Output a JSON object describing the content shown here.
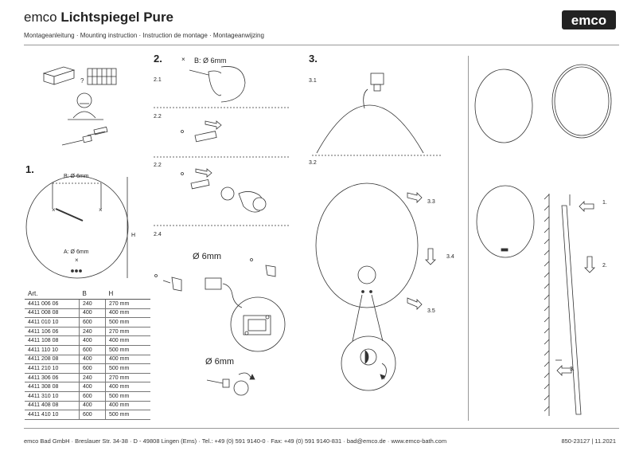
{
  "header": {
    "brand": "emco",
    "product": "Lichtspiegel Pure",
    "subtitle": "Montageanleitung · Mounting instruction · Instruction de montage · Montageanwijzing",
    "logo_text": "emco"
  },
  "steps": {
    "s1": "1.",
    "s2": "2.",
    "s3": "3."
  },
  "step1": {
    "b_label": "B: Ø 6mm",
    "a_label": "A: Ø 6mm",
    "h_label": "H"
  },
  "step2": {
    "cross": "×",
    "drill_label": "B: Ø 6mm",
    "sub1": "2.1",
    "sub2": "2.2",
    "sub3": "2.2",
    "sub4": "2.4",
    "diam1": "Ø 6mm",
    "diam2": "Ø 6mm"
  },
  "step3": {
    "sub1": "3.1",
    "sub2": "3.2",
    "sub3": "3.3",
    "sub4": "3.4",
    "sub5": "3.5"
  },
  "side": {
    "n1": "1.",
    "n2": "2.",
    "n3": "3."
  },
  "table": {
    "headers": [
      "Art.",
      "B",
      "H"
    ],
    "rows": [
      [
        "4411 006 06",
        "240",
        "270 mm"
      ],
      [
        "4411 008 08",
        "400",
        "400 mm"
      ],
      [
        "4411 010 10",
        "600",
        "500 mm"
      ],
      [
        "4411 106 06",
        "240",
        "270 mm"
      ],
      [
        "4411 108 08",
        "400",
        "400 mm"
      ],
      [
        "4411 110 10",
        "600",
        "500 mm"
      ],
      [
        "4411 208 08",
        "400",
        "400 mm"
      ],
      [
        "4411 210 10",
        "600",
        "500 mm"
      ],
      [
        "4411 306 06",
        "240",
        "270 mm"
      ],
      [
        "4411 308 08",
        "400",
        "400 mm"
      ],
      [
        "4411 310 10",
        "600",
        "500 mm"
      ],
      [
        "4411 408 08",
        "400",
        "400 mm"
      ],
      [
        "4411 410 10",
        "600",
        "500 mm"
      ]
    ]
  },
  "footer": {
    "address": "emco Bad GmbH  ·  Breslauer Str. 34-38  ·  D - 49808 Lingen (Ems)  ·  Tel.: +49 (0) 591 9140-0  ·  Fax: +49 (0) 591 9140-831  ·  bad@emco.de  ·  www.emco-bath.com",
    "doc_number": "850-23127  |  11.2021"
  }
}
